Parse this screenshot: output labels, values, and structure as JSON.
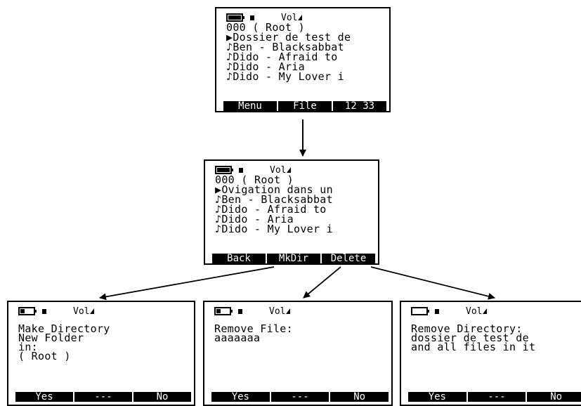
{
  "colors": {
    "foreground": "#000000",
    "background": "#ffffff"
  },
  "screen_top": {
    "volume": "Vol",
    "folder_line": "000 ( Root )",
    "items": [
      {
        "prefix": "▶",
        "label": "Dossier de test de"
      },
      {
        "prefix": "♪",
        "label": "Ben - Blacksabbat"
      },
      {
        "prefix": "♪",
        "label": "Dido - Afraid to"
      },
      {
        "prefix": "♪",
        "label": "Dido - Aria"
      },
      {
        "prefix": "♪",
        "label": "Dido - My Lover i"
      }
    ],
    "softkeys": [
      "Menu",
      "File",
      "12 33"
    ],
    "battery_level": 1.0
  },
  "screen_middle": {
    "volume": "Vol",
    "folder_line": "000 ( Root )",
    "items": [
      {
        "prefix": "▶",
        "label": "Ovigation dans un"
      },
      {
        "prefix": "♪",
        "label": "Ben - Blacksabbat"
      },
      {
        "prefix": "♪",
        "label": "Dido - Afraid to"
      },
      {
        "prefix": "♪",
        "label": "Dido - Aria"
      },
      {
        "prefix": "♪",
        "label": "Dido - My Lover i"
      }
    ],
    "softkeys": [
      "Back",
      "MkDir",
      "Delete"
    ],
    "battery_level": 1.0
  },
  "dialog_mkdir": {
    "volume": "Vol",
    "lines": [
      "Make Directory",
      "New Folder",
      "in:",
      "( Root )"
    ],
    "softkeys": [
      "Yes",
      "---",
      "No"
    ],
    "battery_level": 0.35
  },
  "dialog_remove_file": {
    "volume": "Vol",
    "lines": [
      "Remove File:",
      "aaaaaaa"
    ],
    "softkeys": [
      "Yes",
      "---",
      "No"
    ],
    "battery_level": 0.35
  },
  "dialog_remove_dir": {
    "volume": "Vol",
    "lines": [
      "Remove Directory:",
      "dossier de test de",
      "and all files in it"
    ],
    "softkeys": [
      "Yes",
      "---",
      "No"
    ],
    "battery_level": 0.0
  }
}
